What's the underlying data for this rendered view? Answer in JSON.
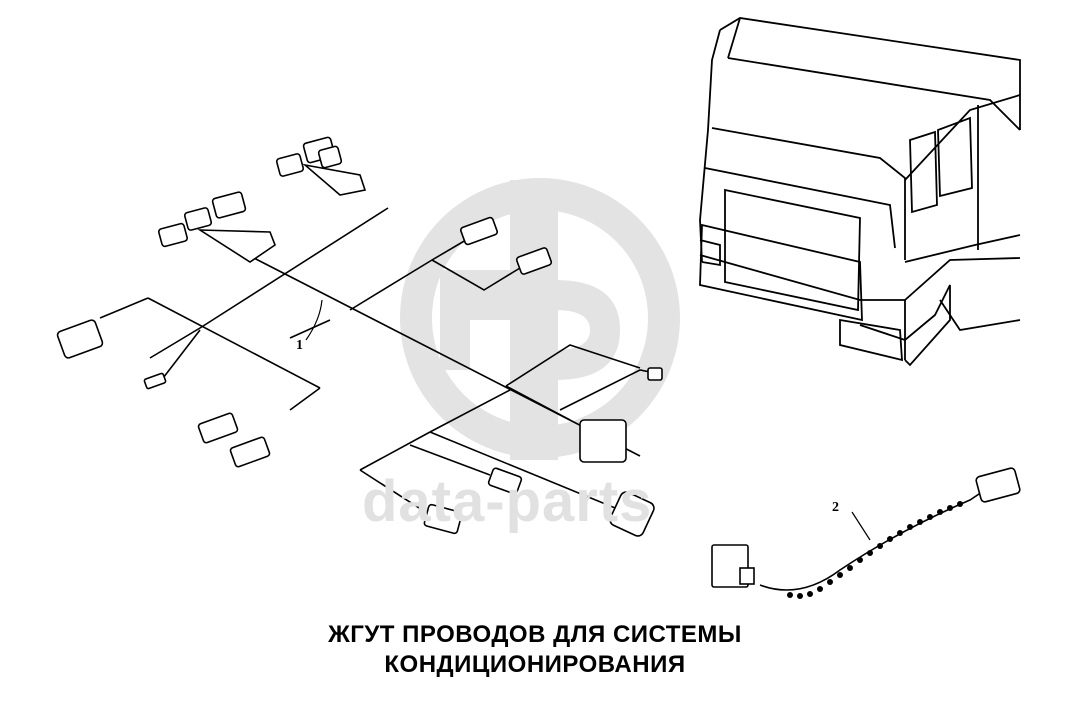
{
  "watermark": {
    "text": "data-parts",
    "color": "#e1e1e1"
  },
  "callouts": {
    "harness_main": "1",
    "harness_secondary": "2"
  },
  "caption": {
    "line1": "ЖГУТ ПРОВОДОВ ДЛЯ СИСТЕМЫ",
    "line2": "КОНДИЦИОНИРОВАНИЯ"
  },
  "colors": {
    "ink": "#000000",
    "background": "#ffffff",
    "watermark": "#e1e1e1"
  }
}
